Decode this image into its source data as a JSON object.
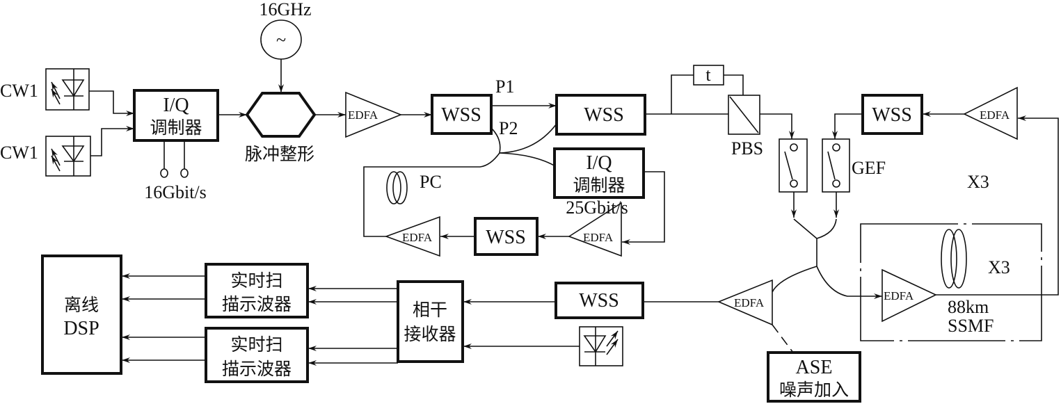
{
  "labels": {
    "cw1_top": "CW1",
    "cw1_bottom": "CW1",
    "iq1_line1": "I/Q",
    "iq1_line2": "调制器",
    "rate1": "16Gbit/s",
    "clock": "16GHz",
    "pulse_shaping": "脉冲整形",
    "edfa": "EDFA",
    "wss": "WSS",
    "p1": "P1",
    "p2": "P2",
    "pc": "PC",
    "iq2_line1": "I/Q",
    "iq2_line2": "调制器",
    "rate2": "25Gbit/s",
    "delay": "t",
    "pbs": "PBS",
    "gef": "GEF",
    "loop_x3": "X3",
    "span_x3": "X3",
    "fiber_line1": "88km",
    "fiber_line2": "SSMF",
    "ase_line1": "ASE",
    "ase_line2": "噪声加入",
    "receiver_line1": "相干",
    "receiver_line2": "接收器",
    "scope_line1": "实时扫",
    "scope_line2": "描示波器",
    "dsp_line1": "离线",
    "dsp_line2": "DSP",
    "oscillator_symbol": "~"
  },
  "icons": [
    "laser-diode-icon",
    "oscillator-icon",
    "polarization-controller-icon",
    "fiber-spool-icon",
    "optical-switch-icon"
  ]
}
